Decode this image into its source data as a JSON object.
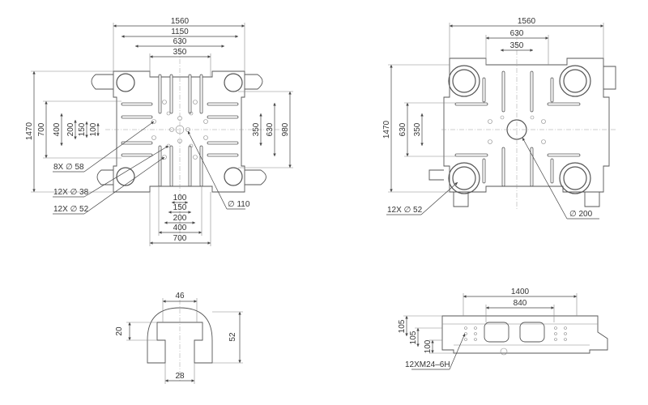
{
  "views": {
    "top_left": {
      "dims_h": [
        "1560",
        "1150",
        "630",
        "350"
      ],
      "dims_v_left": [
        "1470",
        "700",
        "400",
        "200",
        "150",
        "100"
      ],
      "dims_v_right": [
        "350",
        "630",
        "980"
      ],
      "dims_h_bottom": [
        "100",
        "150",
        "200",
        "400",
        "700"
      ],
      "callouts": [
        "8X ∅ 58",
        "12X ∅ 38",
        "12X ∅ 52",
        "∅ 110"
      ]
    },
    "top_right": {
      "dims_h": [
        "1560",
        "630",
        "350"
      ],
      "dims_v_left": [
        "1470",
        "630",
        "350"
      ],
      "callouts": [
        "12X ∅ 52",
        "∅ 200"
      ]
    },
    "slot_detail": {
      "dims": [
        "46",
        "20",
        "52",
        "28"
      ]
    },
    "side_view": {
      "dims_h": [
        "1400",
        "840"
      ],
      "dims_v": [
        "105",
        "105",
        "100"
      ],
      "callouts": [
        "12XM24–6H"
      ]
    }
  }
}
